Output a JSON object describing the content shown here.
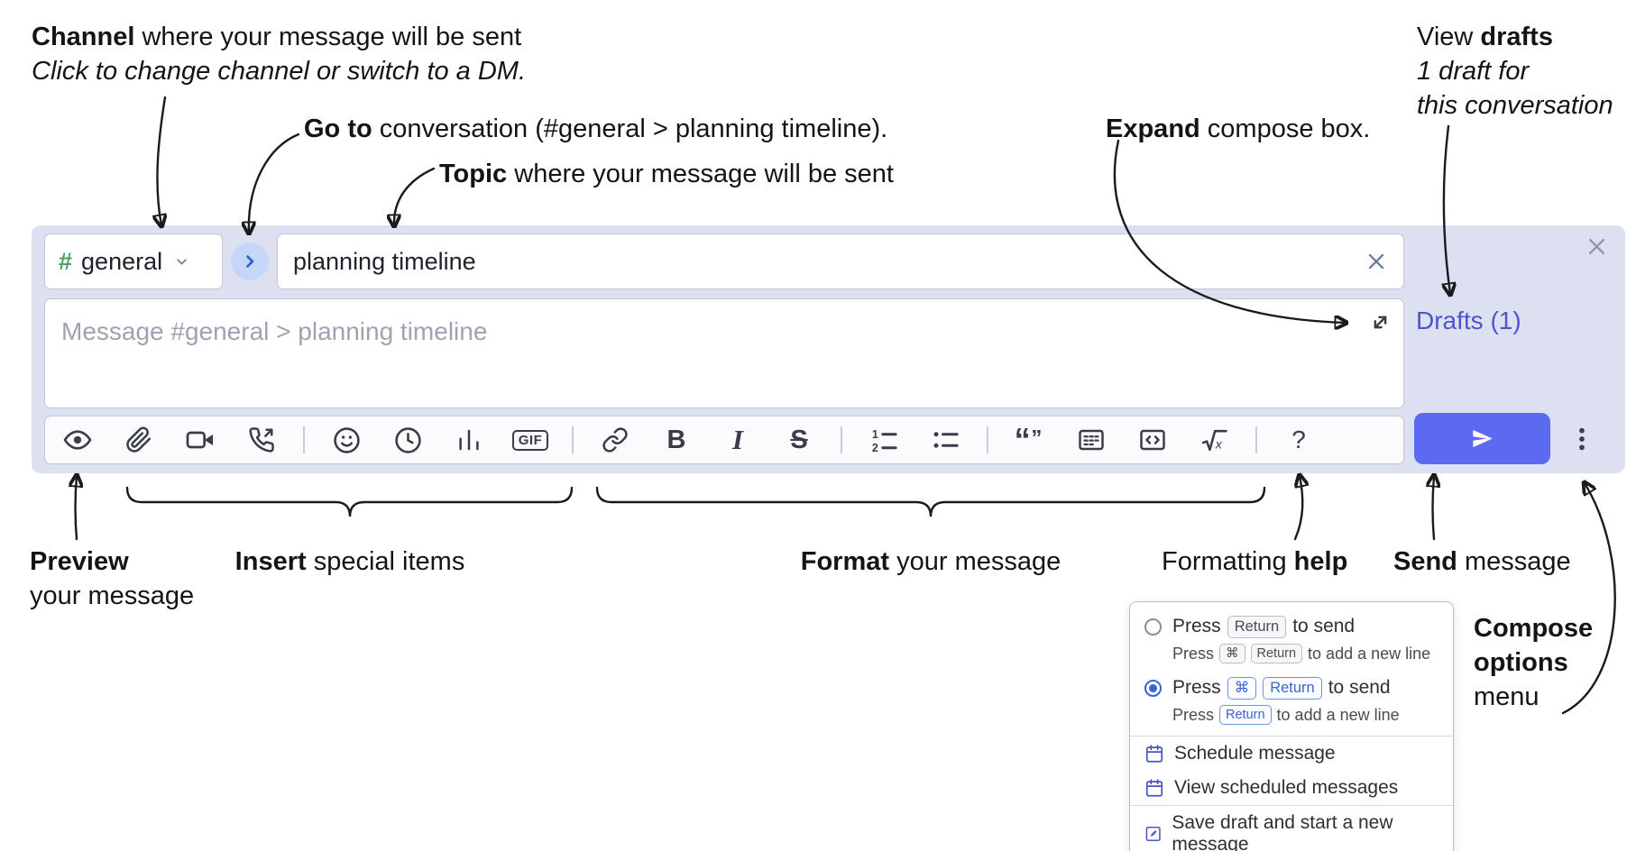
{
  "colors": {
    "compose_bg": "#dce0f1",
    "send_button": "#5b6af0",
    "drafts_link": "#4e55c9",
    "channel_green": "#4da35f",
    "goto_circle_bg": "#c6d6f7",
    "goto_chevron": "#2a63cf",
    "popup_blue": "#3566d3",
    "toolbar_icon": "#393d48"
  },
  "annotations": {
    "channel": {
      "bold": "Channel",
      "rest": " where your message will be sent",
      "line2": "Click to change channel or switch to a DM."
    },
    "goto": {
      "bold": "Go to",
      "rest": " conversation (#general > planning timeline)."
    },
    "topic": {
      "bold": "Topic",
      "rest": " where your message will be sent"
    },
    "expand": {
      "bold": "Expand",
      "rest": " compose box."
    },
    "drafts": {
      "pre": "View ",
      "bold": "drafts",
      "line2": "1 draft for",
      "line3": "this conversation"
    },
    "preview": {
      "bold": "Preview",
      "line2": "your message"
    },
    "insert": {
      "bold": "Insert",
      "rest": " special items"
    },
    "format": {
      "bold": "Format",
      "rest": " your message"
    },
    "help": {
      "pre": "Formatting ",
      "bold": "help"
    },
    "send": {
      "bold": "Send",
      "rest": " message"
    },
    "compose_options": {
      "line1": "Compose",
      "line2": "options",
      "line3": "menu"
    }
  },
  "compose": {
    "channel_hash": "#",
    "channel_name": "general",
    "topic_value": "planning timeline",
    "message_placeholder": "Message #general > planning timeline",
    "drafts_link": "Drafts (1)"
  },
  "toolbar": {
    "icons": [
      "preview",
      "attach-file",
      "start-video-call",
      "start-voice-call",
      "add-emoji",
      "add-global-time",
      "add-poll",
      "add-gif",
      "link",
      "bold",
      "italic",
      "strikethrough",
      "numbered-list",
      "bulleted-list",
      "quote",
      "spoiler",
      "code",
      "math",
      "help"
    ],
    "gif_label": "GIF",
    "bold_label": "B",
    "italic_label": "I",
    "strike_label": "S",
    "help_label": "?"
  },
  "popup": {
    "options": [
      {
        "selected": false,
        "pre": "Press",
        "keys": [
          "Return"
        ],
        "post": "to send",
        "sub_pre": "Press",
        "sub_keys": [
          "⌘",
          "Return"
        ],
        "sub_post": "to add a new line"
      },
      {
        "selected": true,
        "pre": "Press",
        "keys": [
          "⌘",
          "Return"
        ],
        "post": "to send",
        "sub_pre": "Press",
        "sub_keys": [
          "Return"
        ],
        "sub_post": "to add a new line"
      }
    ],
    "menu_items": [
      {
        "icon": "calendar-icon",
        "label": "Schedule message"
      },
      {
        "icon": "calendar-icon",
        "label": "View scheduled messages"
      },
      {
        "icon": "new-draft-icon",
        "label": "Save draft and start a new message"
      }
    ]
  }
}
